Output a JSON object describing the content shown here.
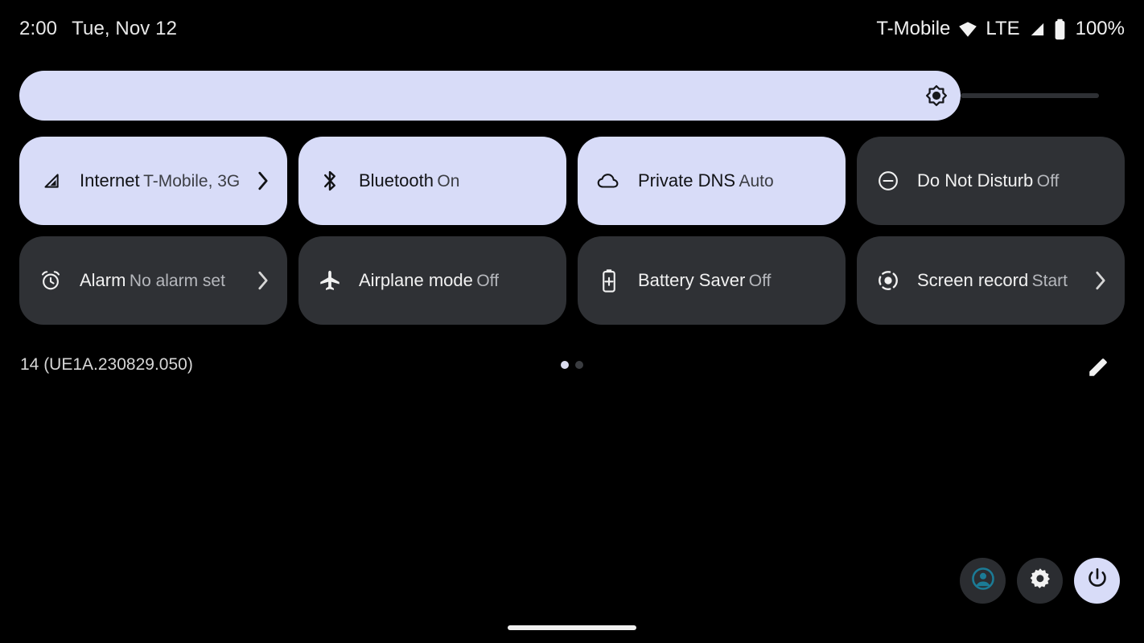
{
  "status_bar": {
    "clock": "2:00",
    "date": "Tue, Nov 12",
    "carrier": "T-Mobile",
    "wifi_icon": "wifi-icon",
    "network_type": "LTE",
    "signal_icon": "cellular-signal-icon",
    "battery_icon": "battery-full-icon",
    "battery_percent": "100%"
  },
  "brightness": {
    "name": "brightness-slider",
    "icon": "brightness-sun-icon",
    "value_percent": 85
  },
  "tiles": [
    {
      "id": "internet",
      "title": "Internet",
      "subtitle": "T-Mobile, 3G",
      "icon": "cellular-signal-icon",
      "active": true,
      "chevron": true
    },
    {
      "id": "bluetooth",
      "title": "Bluetooth",
      "subtitle": "On",
      "icon": "bluetooth-icon",
      "active": true,
      "chevron": false
    },
    {
      "id": "private-dns",
      "title": "Private DNS",
      "subtitle": "Auto",
      "icon": "cloud-icon",
      "active": true,
      "chevron": false
    },
    {
      "id": "do-not-disturb",
      "title": "Do Not Disturb",
      "subtitle": "Off",
      "icon": "do-not-disturb-icon",
      "active": false,
      "chevron": false
    },
    {
      "id": "alarm",
      "title": "Alarm",
      "subtitle": "No alarm set",
      "icon": "alarm-clock-icon",
      "active": false,
      "chevron": true
    },
    {
      "id": "airplane-mode",
      "title": "Airplane mode",
      "subtitle": "Off",
      "icon": "airplane-icon",
      "active": false,
      "chevron": false
    },
    {
      "id": "battery-saver",
      "title": "Battery Saver",
      "subtitle": "Off",
      "icon": "battery-plus-icon",
      "active": false,
      "chevron": false
    },
    {
      "id": "screen-record",
      "title": "Screen record",
      "subtitle": "Start",
      "icon": "record-icon",
      "active": false,
      "chevron": true
    }
  ],
  "footer": {
    "build_label": "14 (UE1A.230829.050)",
    "page_dots": {
      "count": 2,
      "active_index": 0
    },
    "edit_icon": "pencil-edit-icon"
  },
  "actions": [
    {
      "id": "user-switcher",
      "icon": "user-avatar-icon"
    },
    {
      "id": "settings",
      "icon": "gear-icon"
    },
    {
      "id": "power",
      "icon": "power-icon"
    }
  ],
  "nav": {
    "handle": "gesture-nav-handle"
  },
  "colors": {
    "background": "#000000",
    "tile_active_bg": "#d8dcf8",
    "tile_inactive_bg": "#2f3135",
    "title_text": "#f1f1f1",
    "subtitle_text": "#b6b8bd",
    "accent_avatar": "#1b7b96"
  }
}
